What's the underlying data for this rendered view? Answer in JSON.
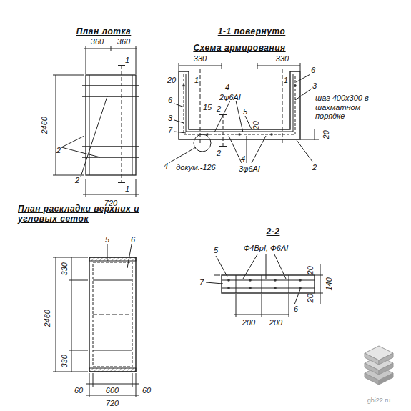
{
  "diagram": {
    "labels": [
      "План лотка",
      "360",
      "360",
      "1",
      "2460",
      "2",
      "2",
      "1",
      "720",
      "1-1 повернуто",
      "Схема армирования",
      "330",
      "330",
      "20",
      "1",
      "1",
      "6",
      "4",
      "2φ6AI",
      "15",
      "2",
      "5",
      "6",
      "3",
      "шаг 400x300 в шахматном порядке",
      "3",
      "7",
      "20",
      "20",
      "2",
      "4",
      "4",
      "докум.-126",
      "3φ6AI",
      "2",
      "План раскладки верхних и угловых сеток",
      "5",
      "6",
      "330",
      "2460",
      "330",
      "60",
      "600",
      "60",
      "720",
      "2-2",
      "5",
      "Ф4ВрI, Ф6AI",
      "7",
      "20",
      "140",
      "20",
      "6",
      "200",
      "200",
      "gbi22.ru"
    ]
  }
}
